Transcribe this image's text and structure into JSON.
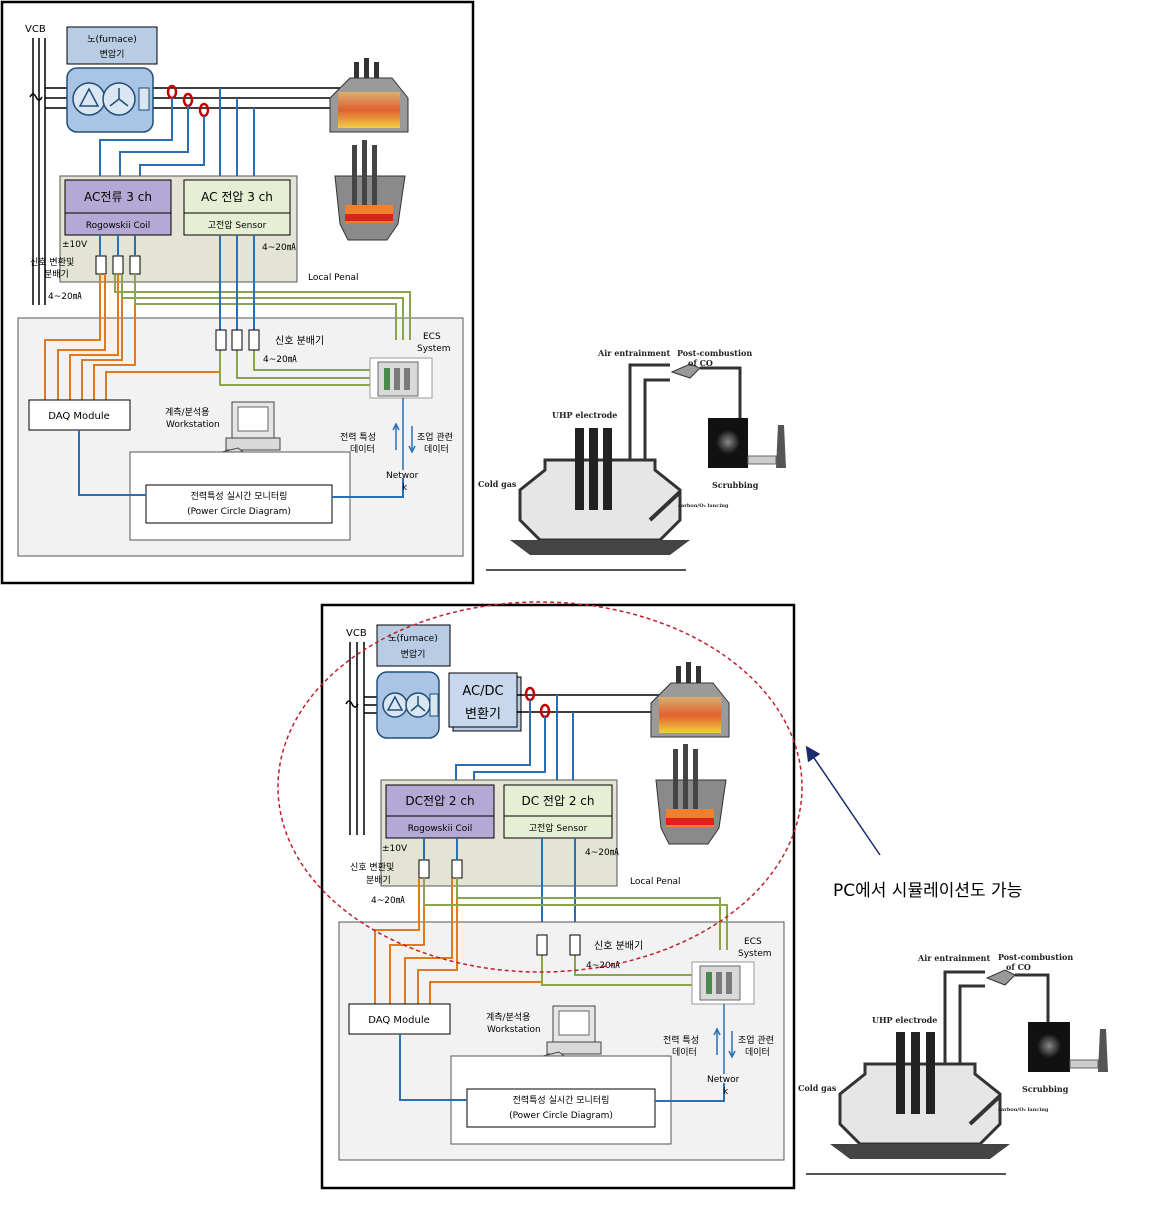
{
  "top": {
    "vcb": "VCB",
    "transformer_title": "노(furnace)",
    "transformer_subtitle": "변압기",
    "ac_current": "AC전류 3 ch",
    "rogowski": "Rogowskii Coil",
    "ac_voltage": "AC 전압 3 ch",
    "hv_sensor": "고전압 Sensor",
    "pm10v": "±10V",
    "ma_right": "4~20㎃",
    "signal_conv_1": "신호 변환및",
    "signal_conv_2": "분배기",
    "local_panel": "Local Penal",
    "ma_left": "4~20㎃",
    "signal_dist": "신호 분배기",
    "ma_mid": "4~20㎃",
    "ecs_1": "ECS",
    "ecs_2": "System",
    "daq": "DAQ Module",
    "workstation_1": "계측/분석용",
    "workstation_2": "Workstation",
    "power_data_1": "전력 특성",
    "power_data_2": "데이터",
    "op_data_1": "조업 관련",
    "op_data_2": "데이터",
    "network_1": "Networ",
    "network_2": "k",
    "monitor_1": "전력특성 실시간 모니터링",
    "monitor_2": "(Power Circle Diagram)"
  },
  "bottom": {
    "vcb": "VCB",
    "transformer_title": "노(furnace)",
    "transformer_subtitle": "변압기",
    "acdc_1": "AC/DC",
    "acdc_2": "변환기",
    "dc_current": "DC전압 2 ch",
    "rogowski": "Rogowskii Coil",
    "dc_voltage": "DC 전압 2 ch",
    "hv_sensor": "고전압 Sensor",
    "pm10v": "±10V",
    "ma_right": "4~20㎃",
    "signal_conv_1": "신호 변환및",
    "signal_conv_2": "분배기",
    "local_panel": "Local Penal",
    "ma_left": "4~20㎃",
    "signal_dist": "신호 분배기",
    "ma_mid": "4~20㎃",
    "ecs_1": "ECS",
    "ecs_2": "System",
    "daq": "DAQ Module",
    "workstation_1": "계측/분석용",
    "workstation_2": "Workstation",
    "power_data_1": "전력 특성",
    "power_data_2": "데이터",
    "op_data_1": "조업 관련",
    "op_data_2": "데이터",
    "network_1": "Networ",
    "network_2": "k",
    "monitor_1": "전력특성 실시간 모니터링",
    "monitor_2": "(Power Circle Diagram)"
  },
  "furnace_sketch": {
    "air": "Air entrainment",
    "post1": "Post-combustion",
    "post2": "of CO",
    "uhp": "UHP electrode",
    "cold": "Cold gas",
    "scrub": "Scrubbing",
    "lancing": "carbon/O₂ lancing"
  },
  "simulation_note": "PC에서 시뮬레이션도 가능",
  "colors": {
    "orange": "#e07a1f",
    "blue": "#2a6fb5",
    "green": "#8aa64a",
    "panel": "#e4e4d4",
    "purple": "#b3a9d4",
    "lightgreen": "#e6efd3",
    "lightblue": "#b8cce4",
    "ellipse": "#c0202a",
    "arrow": "#1a2a6c"
  }
}
